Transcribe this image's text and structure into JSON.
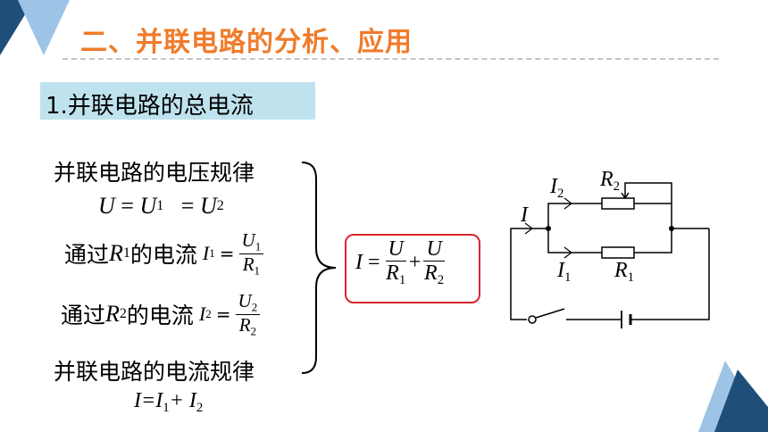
{
  "slide": {
    "title": "二、并联电路的分析、应用",
    "section_label": "1.并联电路的总电流"
  },
  "left": {
    "voltage_rule": "并联电路的电压规律",
    "through_r1": "通过",
    "through_r2": "通过",
    "current_label": "的电流",
    "current_rule": "并联电路的电流规律"
  },
  "math": {
    "U": "U",
    "I": "I",
    "R": "R",
    "eq": "=",
    "plus": "+",
    "sub1": "1",
    "sub2": "2",
    "sum_rule_left": "I=I",
    "sum_rule_plus": "+ I"
  },
  "circuit": {
    "label_I": "I",
    "label_I1": "I",
    "label_I2": "I",
    "label_R1": "R",
    "label_R2": "R",
    "sub1": "1",
    "sub2": "2"
  },
  "colors": {
    "title": "#f07b2a",
    "section_bg": "#bfe3ee",
    "highlight_border": "#d9262c",
    "triangle_dark": "#1f4e79",
    "triangle_light": "#9dc3e6"
  }
}
